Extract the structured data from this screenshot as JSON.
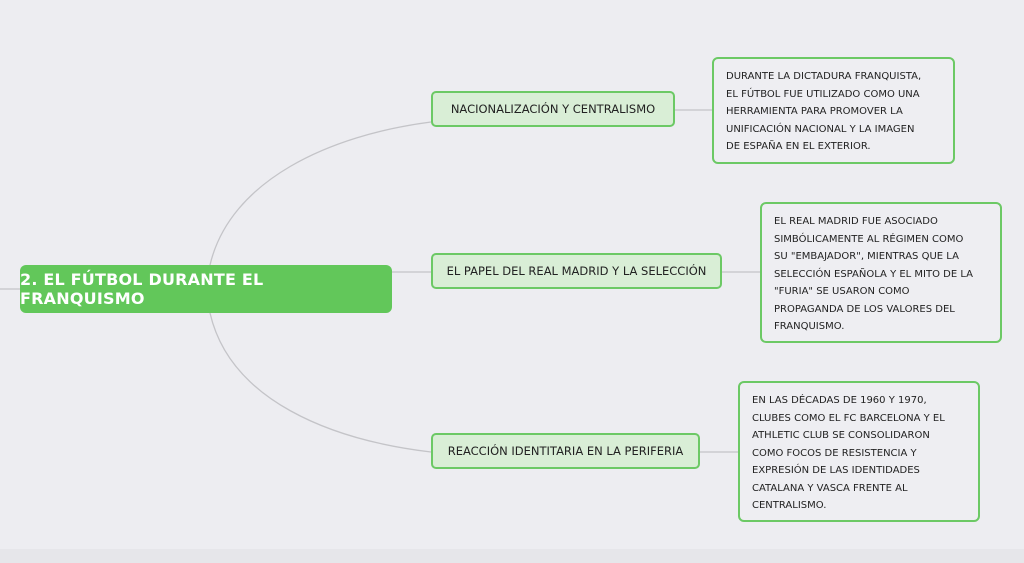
{
  "central": {
    "label": "2. EL FÚTBOL DURANTE EL FRANQUISMO"
  },
  "branches": [
    {
      "label": "NACIONALIZACIÓN Y CENTRALISMO",
      "note": [
        "DURANTE LA DICTADURA FRANQUISTA,",
        "EL FÚTBOL FUE UTILIZADO COMO UNA",
        "HERRAMIENTA PARA PROMOVER LA",
        "UNIFICACIÓN NACIONAL Y LA IMAGEN",
        "DE ESPAÑA EN EL EXTERIOR."
      ]
    },
    {
      "label": "EL PAPEL DEL REAL MADRID Y LA SELECCIÓN",
      "note": [
        "EL REAL MADRID FUE ASOCIADO",
        "SIMBÓLICAMENTE AL RÉGIMEN COMO",
        "SU \"EMBAJADOR\", MIENTRAS QUE LA",
        "SELECCIÓN ESPAÑOLA Y EL MITO DE LA",
        "\"FURIA\" SE USARON COMO",
        "PROPAGANDA DE LOS VALORES DEL",
        "FRANQUISMO."
      ]
    },
    {
      "label": "REACCIÓN IDENTITARIA EN LA PERIFERIA",
      "note": [
        "EN LAS DÉCADAS DE 1960 Y 1970,",
        "CLUBES COMO EL FC BARCELONA Y EL",
        "ATHLETIC CLUB SE CONSOLIDARON",
        "COMO FOCOS DE RESISTENCIA Y",
        "EXPRESIÓN DE LAS IDENTIDADES",
        "CATALANA Y VASCA FRENTE AL",
        "CENTRALISMO."
      ]
    }
  ]
}
